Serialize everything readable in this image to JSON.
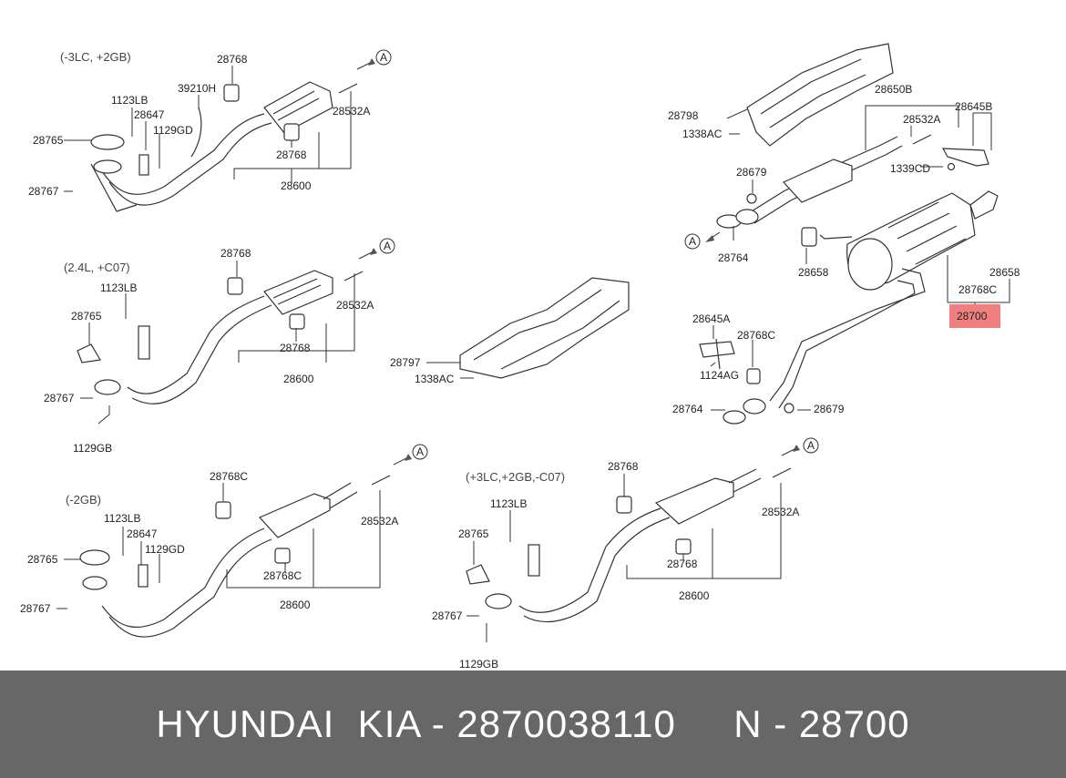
{
  "diagram": {
    "config_labels": [
      "(-3LC, +2GB)",
      "(2.4L, +C07)",
      "(-2GB)",
      "(+3LC,+2GB,-C07)"
    ],
    "ref_marker": "A",
    "highlight_color": "#f08080",
    "callouts": {
      "a_28768": "28768",
      "a_1123LB": "1123LB",
      "a_39210H": "39210H",
      "a_28647": "28647",
      "a_1129GD": "1129GD",
      "a_28765": "28765",
      "a_28767": "28767",
      "a_28768b": "28768",
      "a_28600": "28600",
      "a_28532A": "28532A",
      "b_28768": "28768",
      "b_1123LB": "1123LB",
      "b_28765": "28765",
      "b_28767": "28767",
      "b_1129GB": "1129GB",
      "b_28768b": "28768",
      "b_28600": "28600",
      "b_28532A": "28532A",
      "c_28768C": "28768C",
      "c_1123LB": "1123LB",
      "c_28647": "28647",
      "c_1129GD": "1129GD",
      "c_28765": "28765",
      "c_28767": "28767",
      "c_28768Cb": "28768C",
      "c_28600": "28600",
      "c_28532A": "28532A",
      "d_28768": "28768",
      "d_1123LB": "1123LB",
      "d_28765": "28765",
      "d_28767": "28767",
      "d_1129GB": "1129GB",
      "d_28768b": "28768",
      "d_28600": "28600",
      "d_28532A": "28532A",
      "s_28797": "28797",
      "s_1338AC": "1338AC",
      "r_28798": "28798",
      "r_1338AC": "1338AC",
      "r_28650B": "28650B",
      "r_28532A": "28532A",
      "r_28645B": "28645B",
      "r_1339CD": "1339CD",
      "r_28679": "28679",
      "r_28764": "28764",
      "r_28658": "28658",
      "r_28658b": "28658",
      "r_28768C": "28768C",
      "r_28700": "28700",
      "r_28645A": "28645A",
      "r_28768C2": "28768C",
      "r_1124AG": "1124AG",
      "r_28764b": "28764",
      "r_28679b": "28679"
    }
  },
  "footer": {
    "text": "HYUNDAI  KIA - 2870038110     N - 28700"
  }
}
